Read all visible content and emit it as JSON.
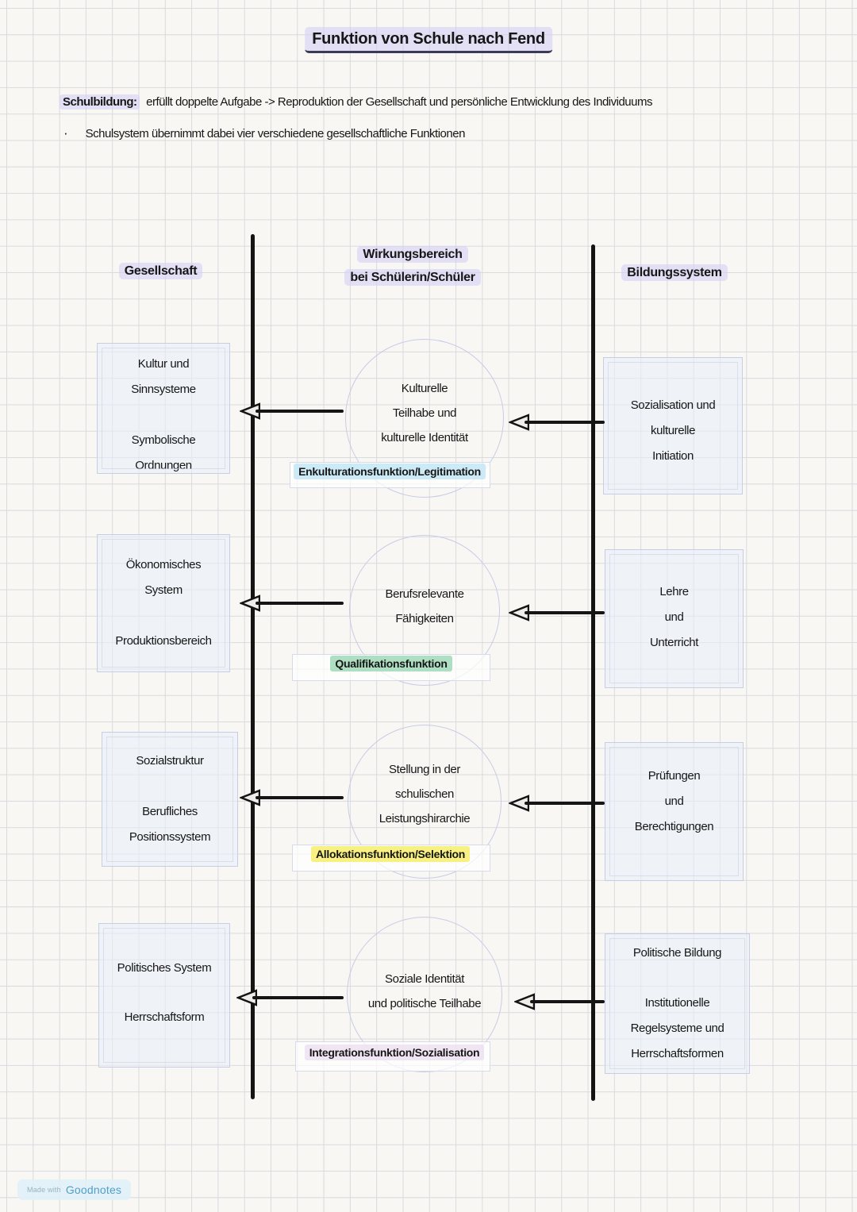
{
  "page": {
    "title": "Funktion von Schule nach Fend",
    "intro_label": "Schulbildung:",
    "intro_text": "erfüllt doppelte Aufgabe -> Reproduktion der Gesellschaft und persönliche Entwicklung des Individuums",
    "bullet": "·",
    "bullet_text": "Schulsystem übernimmt dabei vier verschiedene gesellschaftliche Funktionen"
  },
  "columns": {
    "society": "Gesellschaft",
    "impact_line1": "Wirkungsbereich",
    "impact_line2": "bei Schülerin/Schüler",
    "education": "Bildungssystem"
  },
  "rows": [
    {
      "left_lines": [
        "Kultur und",
        "Sinnsysteme",
        "Symbolische",
        "Ordnungen"
      ],
      "circle_lines": [
        "Kulturelle",
        "Teilhabe und",
        "kulturelle Identität"
      ],
      "function_label": "Enkulturationsfunktion/Legitimation",
      "right_lines": [
        "Sozialisation und",
        "kulturelle",
        "Initiation"
      ],
      "label_highlight": "#c0e5f5"
    },
    {
      "left_lines": [
        "Ökonomisches",
        "System",
        "Produktionsbereich"
      ],
      "circle_lines": [
        "Berufsrelevante",
        "Fähigkeiten"
      ],
      "function_label": "Qualifikationsfunktion",
      "right_lines": [
        "Lehre",
        "und",
        "Unterricht"
      ],
      "label_highlight": "#a0d9b7"
    },
    {
      "left_lines": [
        "Sozialstruktur",
        "Berufliches",
        "Positionssystem"
      ],
      "circle_lines": [
        "Stellung in der",
        "schulischen",
        "Leistungshirarchie"
      ],
      "function_label": "Allokationsfunktion/Selektion",
      "right_lines": [
        "Prüfungen",
        "und",
        "Berechtigungen"
      ],
      "label_highlight": "#f7ee73"
    },
    {
      "left_lines": [
        "Politisches System",
        "Herrschaftsform"
      ],
      "circle_lines": [
        "Soziale Identität",
        "und politische Teilhabe"
      ],
      "function_label": "Integrationsfunktion/Sozialisation",
      "right_lines": [
        "Politische Bildung",
        "Institutionelle",
        "Regelsysteme und",
        "Herrschaftsformen"
      ],
      "label_highlight": "#ead8ee"
    }
  ],
  "footer": {
    "made_with": "Made with",
    "brand": "Goodnotes"
  },
  "colors": {
    "paper": "#f8f7f4",
    "grid_line": "#d9dade",
    "ink": "#161616",
    "divider": "#141414",
    "highlight_lavender": "#d5cff3",
    "highlight_cyan": "#c0e5f5",
    "highlight_green": "#a0d9b7",
    "highlight_yellow": "#f7ee73",
    "highlight_pink": "#ead8ee",
    "box_fill": "#eaeff8",
    "box_border": "#c6cde5",
    "circle_border": "#c8cce6",
    "goodnotes_blue": "#509fc6"
  }
}
